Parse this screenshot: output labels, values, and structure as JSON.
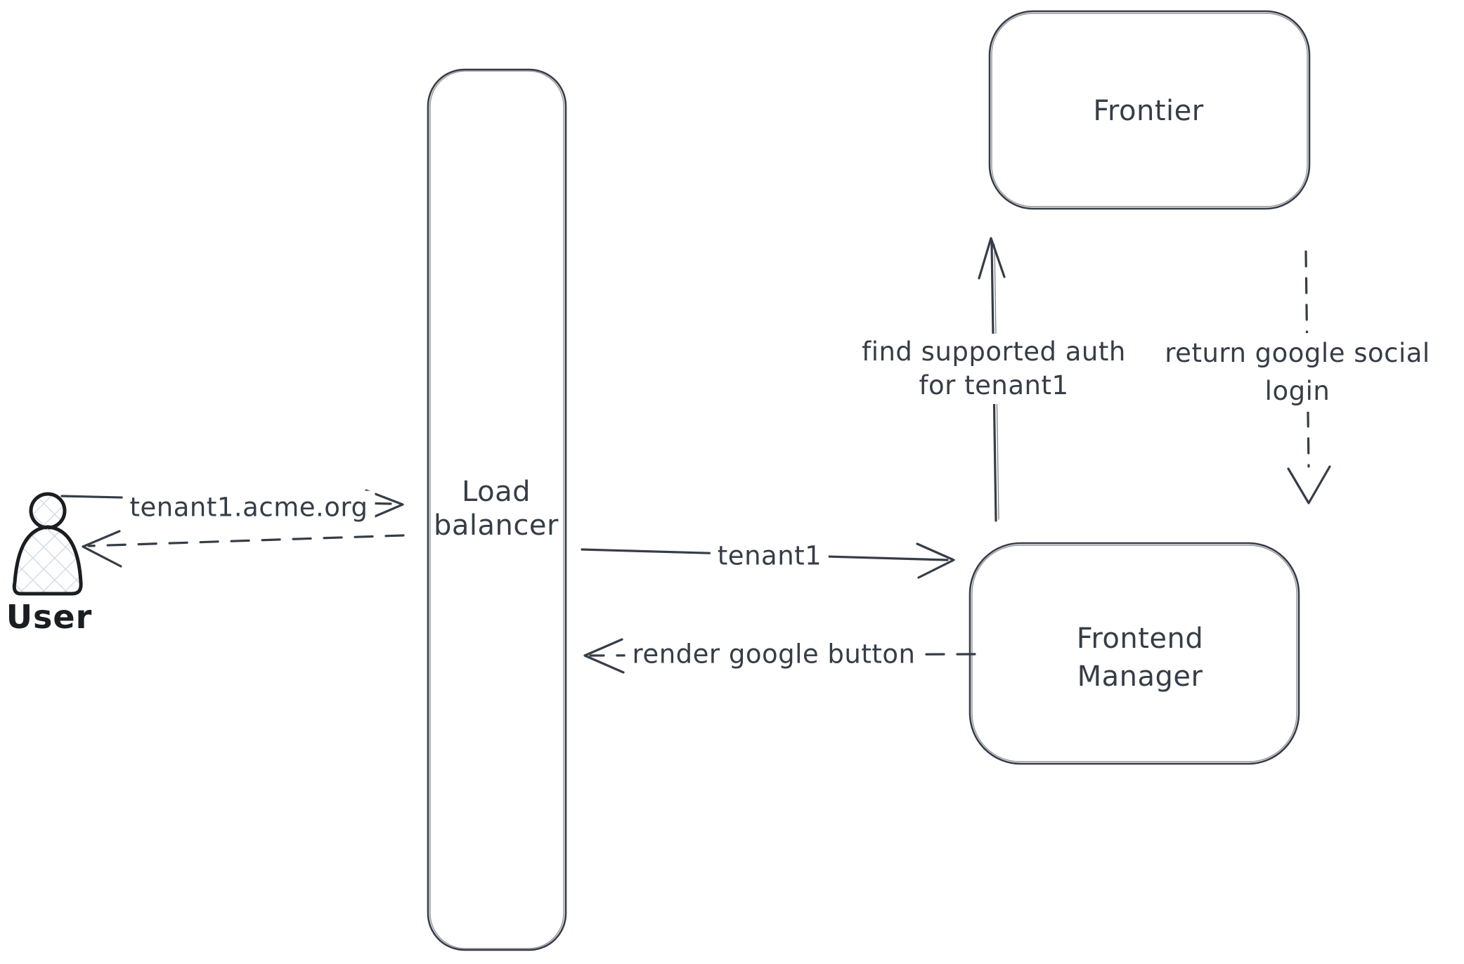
{
  "nodes": {
    "user": {
      "label": "User"
    },
    "load_balancer": {
      "line1": "Load",
      "line2": "balancer"
    },
    "frontier": {
      "label": "Frontier"
    },
    "frontend_manager": {
      "line1": "Frontend",
      "line2": "Manager"
    }
  },
  "edges": {
    "user_to_lb": {
      "label": "tenant1.acme.org",
      "style": "solid",
      "direction": "right"
    },
    "lb_to_user": {
      "label": "",
      "style": "dashed",
      "direction": "left"
    },
    "lb_to_fm": {
      "label": "tenant1",
      "style": "solid",
      "direction": "right"
    },
    "fm_to_lb": {
      "label": "render google button",
      "style": "dashed",
      "direction": "left"
    },
    "fm_to_frontier": {
      "line1": "find supported auth",
      "line2": "for tenant1",
      "style": "solid",
      "direction": "up"
    },
    "frontier_to_fm": {
      "line1": "return google social",
      "line2": "login",
      "style": "dashed",
      "direction": "down"
    }
  },
  "colors": {
    "stroke": "#363d47",
    "user_stroke": "#1a1d21",
    "hatch_fill": "#ccd6de",
    "background": "#ffffff"
  }
}
